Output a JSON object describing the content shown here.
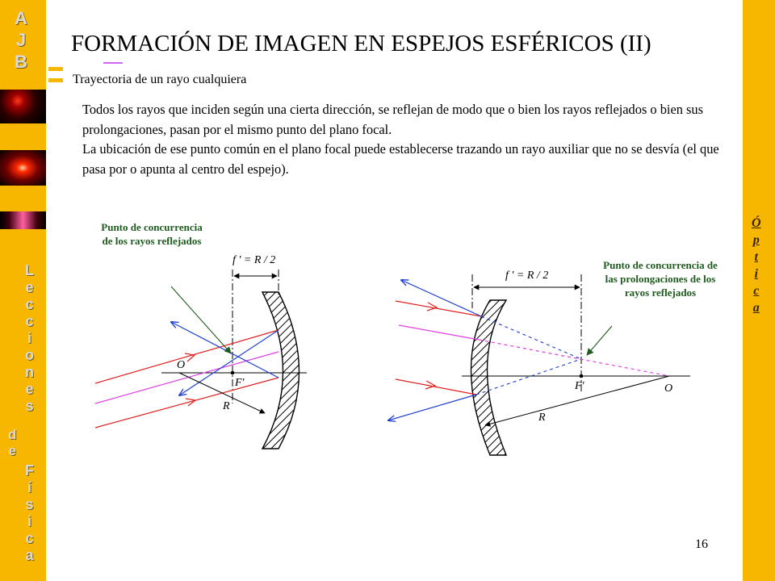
{
  "sidebar": {
    "logo_letters": [
      "A",
      "J",
      "B"
    ],
    "word1_letters": [
      "L",
      "e",
      "c",
      "c",
      "i",
      "o",
      "n",
      "e",
      "s"
    ],
    "word2_letters": [
      "d",
      "e"
    ],
    "word3_letters": [
      "F",
      "í",
      "s",
      "i",
      "c",
      "a"
    ]
  },
  "right_sidebar": {
    "letters": [
      "Ó",
      "p",
      "t",
      "i",
      "c",
      "a"
    ]
  },
  "slide": {
    "title": "FORMACIÓN DE IMAGEN EN ESPEJOS ESFÉRICOS (II)",
    "subtitle": "Trayectoria de un rayo cualquiera",
    "paragraph1": "Todos los rayos que inciden según una cierta dirección, se reflejan de modo que o bien los rayos reflejados o bien sus prolongaciones, pasan por el mismo punto del plano focal.",
    "paragraph2": "La ubicación de ese punto común en el plano focal puede establecerse trazando un rayo auxiliar que no se desvía (el que pasa por o apunta al centro del espejo).",
    "page_number": "16"
  },
  "diagram": {
    "left": {
      "annotation": "Punto de concurrencia de los rayos reflejados",
      "focal_label": "f ' = R / 2",
      "center_label": "O",
      "focus_label": "F'",
      "radius_label": "R"
    },
    "right": {
      "annotation": "Punto de concurrencia de las prolongaciones de los rayos reflejados",
      "focal_label": "f ' = R / 2",
      "center_label": "O",
      "focus_label": "F'",
      "radius_label": "R"
    },
    "colors": {
      "incident": "#e02020",
      "auxiliary": "#e040e0",
      "reflected": "#2040d0",
      "annotation": "#1f5b1f"
    }
  }
}
